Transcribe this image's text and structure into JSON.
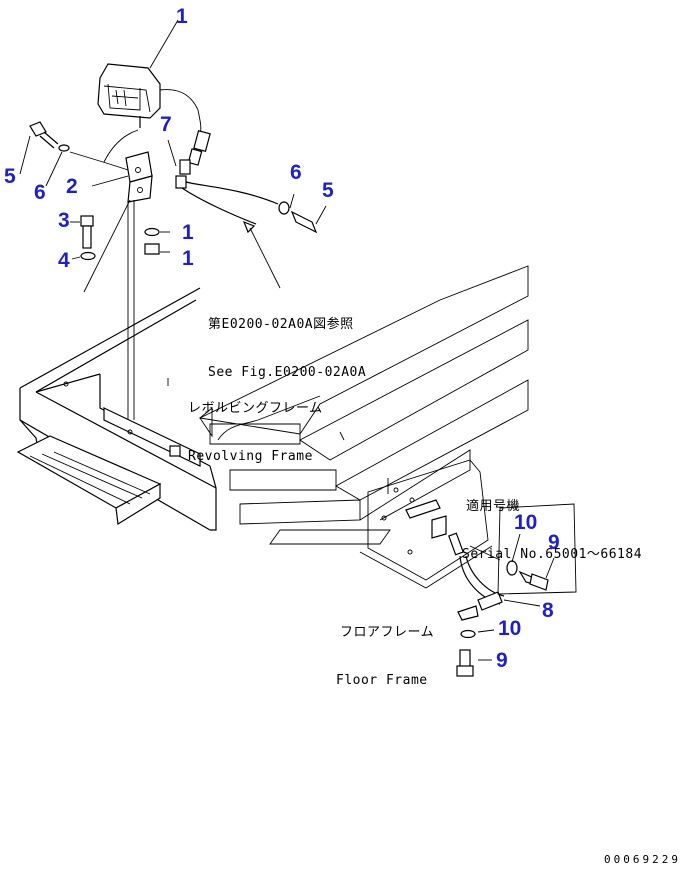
{
  "callouts": {
    "p1_lamp": "1",
    "p1_washer": "1",
    "p1_nut": "1",
    "p2": "2",
    "p3": "3",
    "p4": "4",
    "p5_left": "5",
    "p5_right": "5",
    "p6_left": "6",
    "p6_right": "6",
    "p7": "7",
    "p8": "8",
    "p9_upper": "9",
    "p9_lower": "9",
    "p10_upper": "10",
    "p10_lower": "10"
  },
  "notes": {
    "see_fig_jp": "第E0200-02A0A図参照",
    "see_fig_en": "See Fig.E0200-02A0A",
    "revolving_jp": "レボルビングフレーム",
    "revolving_en": "Revolving Frame",
    "serial_jp": "適用号機",
    "serial_en": "Serial No.65001〜66184",
    "floor_jp": "フロアフレーム",
    "floor_en": "Floor Frame"
  },
  "doc_number": "00069229",
  "colors": {
    "callout": "#1f1fcf",
    "line": "#000000"
  }
}
